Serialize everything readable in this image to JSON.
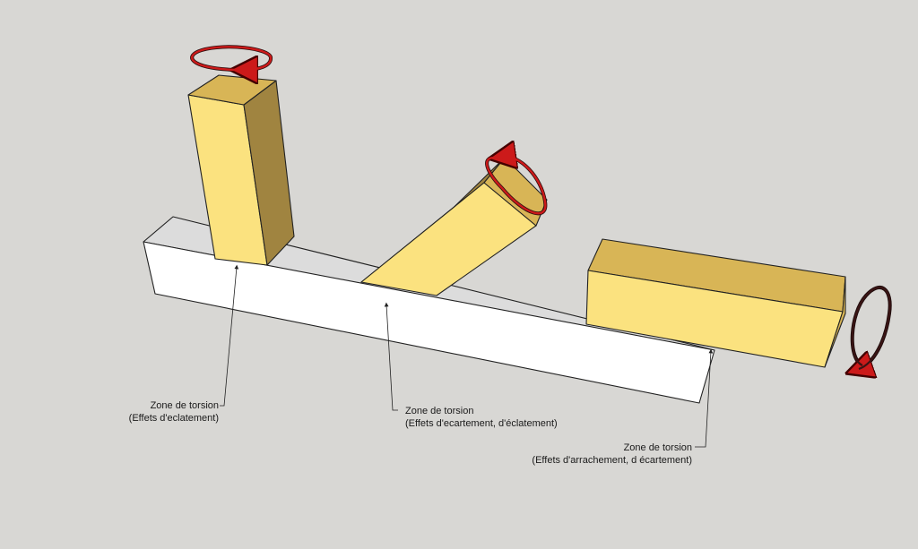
{
  "annotations": [
    {
      "title": "Zone de torsion",
      "detail": "(Effets d'eclatement)"
    },
    {
      "title": "Zone de torsion",
      "detail": "(Effets d'ecartement, d'éclatement)"
    },
    {
      "title": "Zone de torsion",
      "detail": "(Effets d'arrachement, d écartement)"
    }
  ],
  "colors": {
    "background": "#d8d7d4",
    "wood_front": "#fbe27f",
    "wood_top": "#d8b556",
    "wood_side": "#a08440",
    "beam_front": "#ffffff",
    "beam_top": "#dcdcdc",
    "rotation_arrow": "#b01818",
    "rotation_arrow_dark": "#2a1212"
  },
  "icons": [
    "rotation-arrow-icon",
    "rotation-arrow-icon",
    "rotation-arrow-icon"
  ]
}
